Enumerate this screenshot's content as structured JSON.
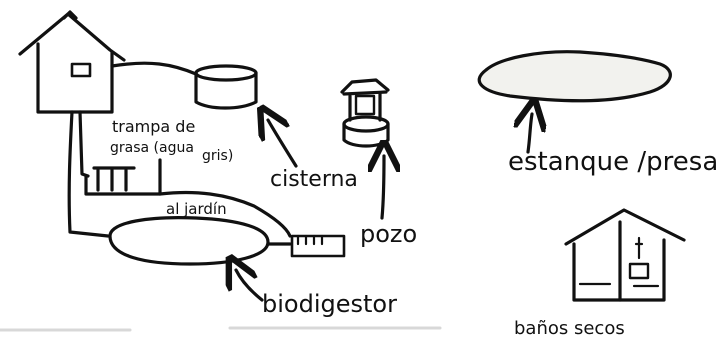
{
  "labels": {
    "grease_trap": "trampa de",
    "grease_trap_2": "grasa (agua",
    "grease_trap_3": "gris)",
    "garden": "al jardín",
    "cistern": "cisterna",
    "well": "pozo",
    "pond": "estanque /presa",
    "biodigester": "biodigestor",
    "dry_toilets": "baños secos"
  },
  "colors": {
    "ink": "#111111",
    "paper": "#ffffff",
    "pond_fill": "#f2f2ee"
  },
  "icons": {
    "house": "house-icon",
    "cistern_tank": "water-tank-icon",
    "well": "well-icon",
    "pond": "pond-icon",
    "biodigester_tank": "biodigester-icon",
    "filter_box": "filter-box-icon",
    "toilet_hut": "dry-toilet-hut-icon"
  }
}
